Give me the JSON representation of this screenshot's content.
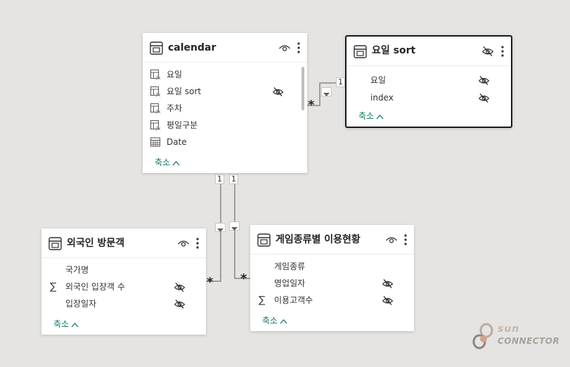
{
  "tables": {
    "calendar": {
      "title": "calendar",
      "fields": [
        "요일",
        "요일 sort",
        "주차",
        "평일구분",
        "Date"
      ],
      "collapse": "축소"
    },
    "yoil_sort": {
      "title": "요일 sort",
      "fields": [
        "요일",
        "index"
      ],
      "collapse": "축소"
    },
    "foreign": {
      "title": "외국인 방문객",
      "fields": [
        "국가명",
        "외국인 입장객 수",
        "입장일자"
      ],
      "collapse": "축소"
    },
    "game": {
      "title": "게임종류별 이용현황",
      "fields": [
        "게임종류",
        "영업일자",
        "이용고객수"
      ],
      "collapse": "축소"
    }
  },
  "relationships": {
    "one_label": "1",
    "many_label": "*"
  },
  "logo": {
    "line1": "sun",
    "line2": "CONNECTOR"
  }
}
